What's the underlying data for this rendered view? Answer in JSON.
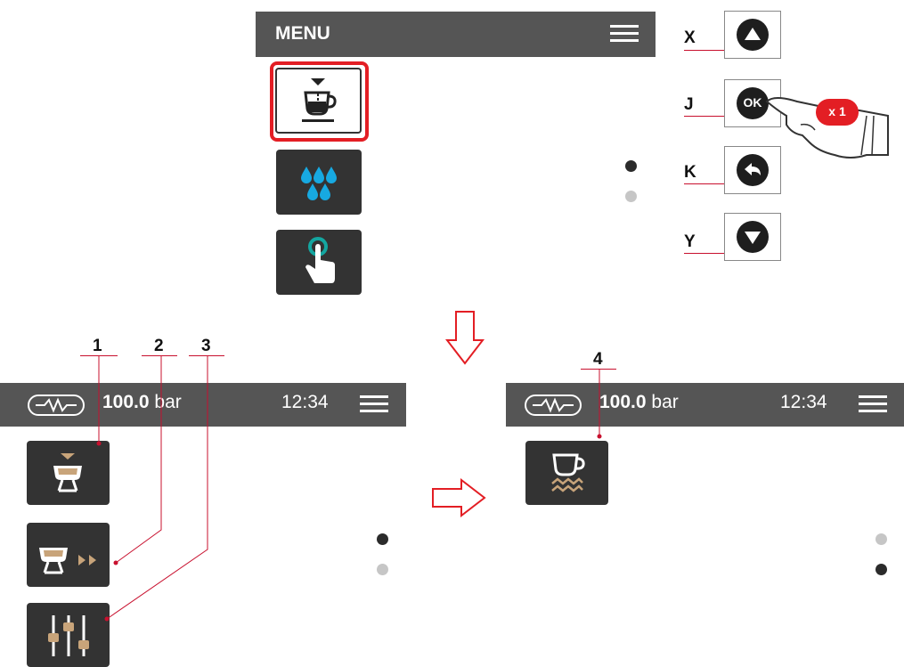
{
  "menu_screen": {
    "title": "MENU",
    "items": [
      {
        "icon": "coffee-cup-dispense-icon",
        "selected": true
      },
      {
        "icon": "water-drops-icon",
        "selected": false
      },
      {
        "icon": "touch-hand-icon",
        "selected": false
      }
    ],
    "page_dots": [
      "active",
      "inactive"
    ]
  },
  "keys": [
    {
      "letter": "X",
      "icon": "arrow-up-icon"
    },
    {
      "letter": "J",
      "label": "OK",
      "press_badge": "x 1"
    },
    {
      "letter": "K",
      "icon": "back-arrow-icon"
    },
    {
      "letter": "Y",
      "icon": "arrow-down-icon"
    }
  ],
  "screen_left": {
    "pressure_value": "100.0",
    "pressure_unit": "bar",
    "time": "12:34",
    "callouts": [
      "1",
      "2",
      "3"
    ],
    "items": [
      {
        "icon": "portafilter-brew-icon"
      },
      {
        "icon": "portafilter-forward-icon"
      },
      {
        "icon": "sliders-settings-icon"
      }
    ],
    "page_dots": [
      "active",
      "inactive"
    ]
  },
  "screen_right": {
    "pressure_value": "100.0",
    "pressure_unit": "bar",
    "time": "12:34",
    "callouts": [
      "4"
    ],
    "items": [
      {
        "icon": "cup-steam-icon"
      }
    ],
    "page_dots": [
      "inactive",
      "active"
    ]
  },
  "colors": {
    "header_bg": "#555555",
    "tile_bg": "#333333",
    "highlight_red": "#e31e24",
    "water_blue": "#17a9e1",
    "accent_teal": "#14a6a0",
    "coffee_tan": "#c8a47a",
    "callout_line": "#c8102e"
  }
}
